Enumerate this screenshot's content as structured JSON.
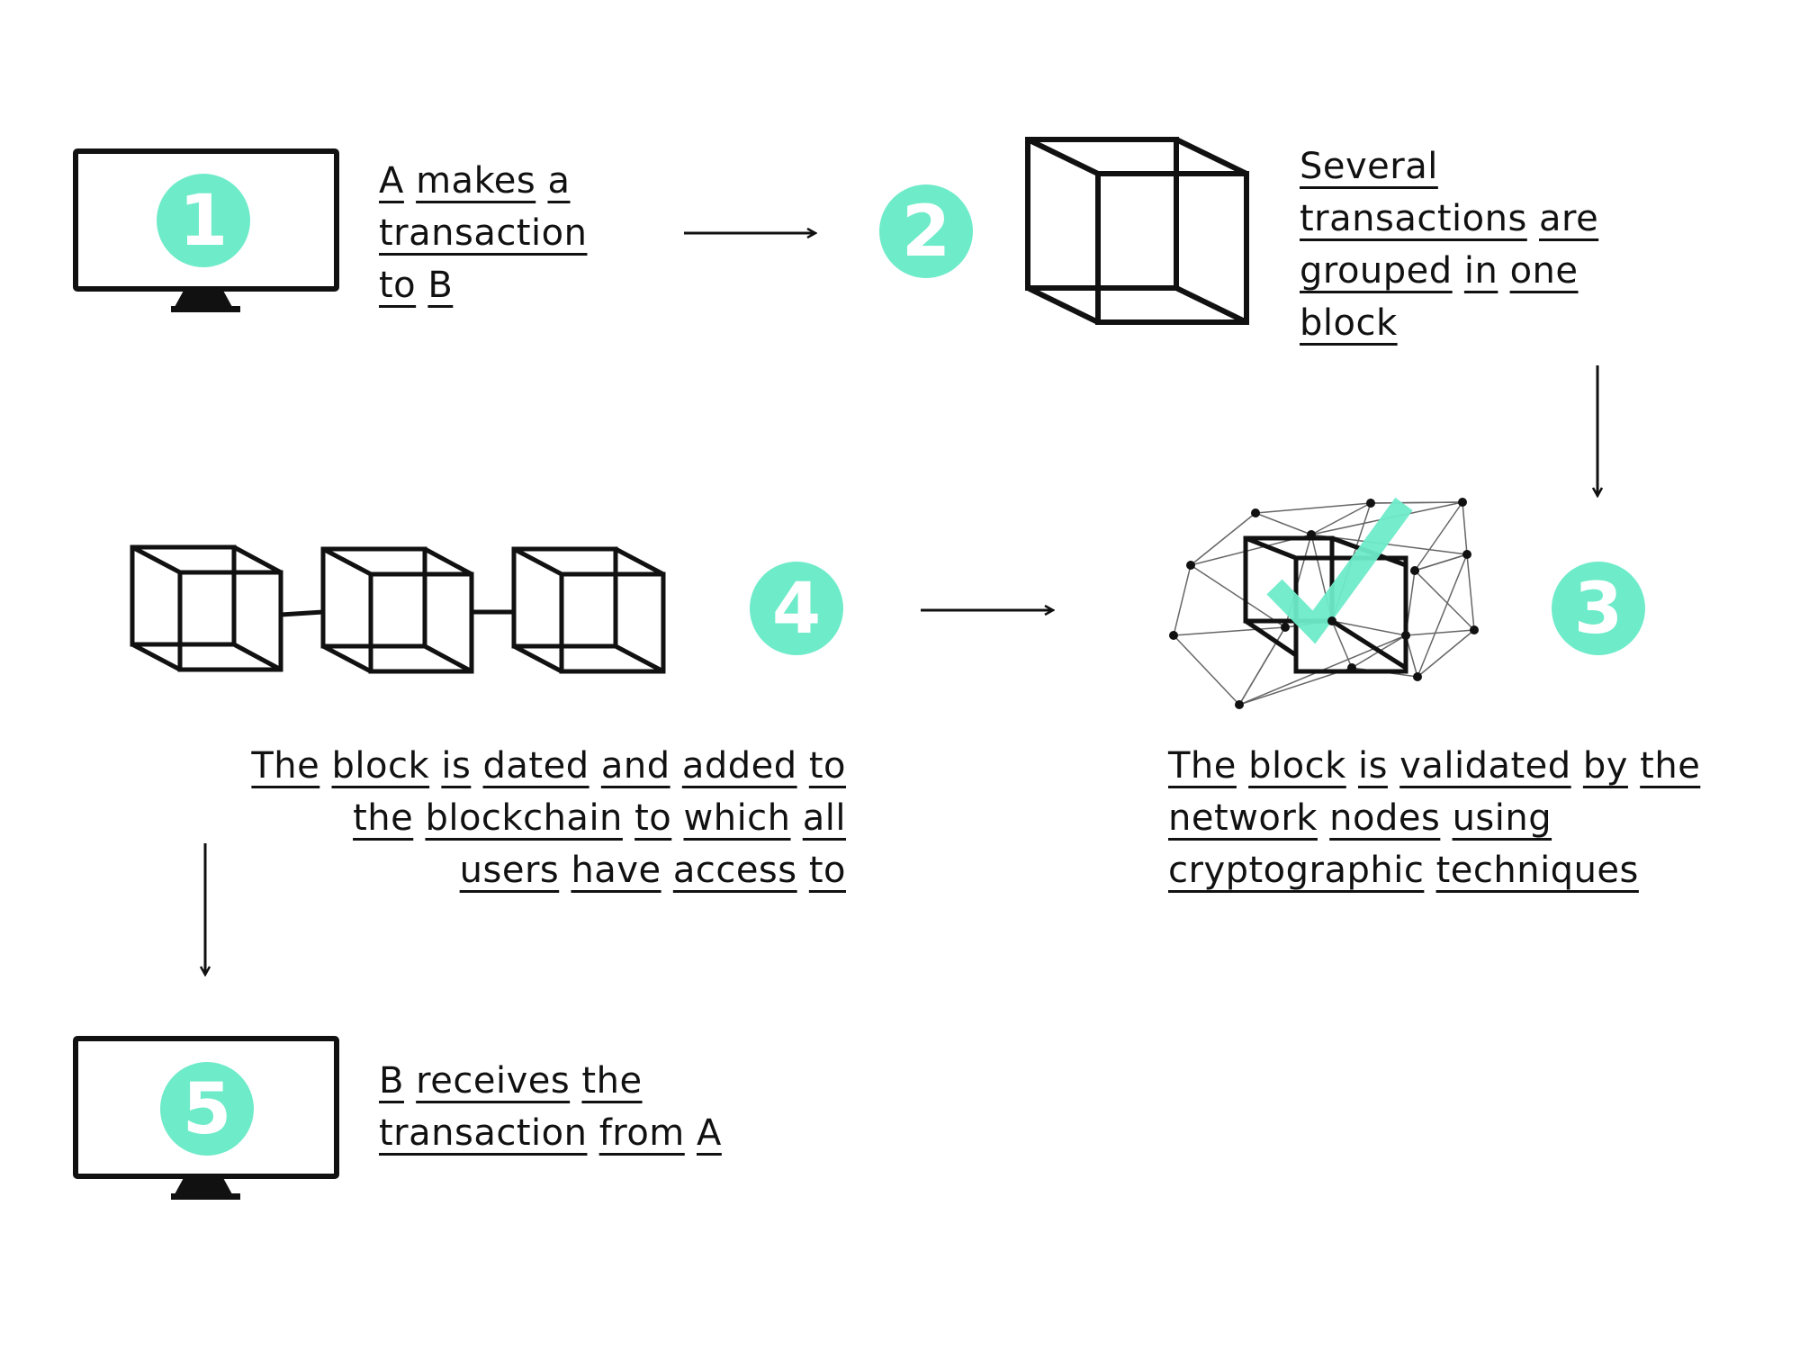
{
  "colors": {
    "accent": "#6EEBC9",
    "ink": "#111111",
    "background": "#FFFFFF"
  },
  "steps": [
    {
      "number": "1",
      "icon": "computer-monitor-icon",
      "lines": [
        [
          "A",
          "makes",
          "a"
        ],
        [
          "transaction"
        ],
        [
          "to",
          "B"
        ]
      ]
    },
    {
      "number": "2",
      "icon": "cube-icon",
      "lines": [
        [
          "Several"
        ],
        [
          "transactions",
          "are"
        ],
        [
          "grouped",
          "in",
          "one"
        ],
        [
          "block"
        ]
      ]
    },
    {
      "number": "3",
      "icon": "validated-block-network-icon",
      "lines": [
        [
          "The",
          "block",
          "is",
          "validated",
          "by",
          "the"
        ],
        [
          "network",
          "nodes",
          "using"
        ],
        [
          "cryptographic",
          "techniques"
        ]
      ]
    },
    {
      "number": "4",
      "icon": "blockchain-icon",
      "lines": [
        [
          "The",
          "block",
          "is",
          "dated",
          "and",
          "added",
          "to"
        ],
        [
          "the",
          "blockchain",
          "to",
          "which",
          "all"
        ],
        [
          "users",
          "have",
          "access",
          "to"
        ]
      ]
    },
    {
      "number": "5",
      "icon": "computer-monitor-icon",
      "lines": [
        [
          "B",
          "receives",
          "the"
        ],
        [
          "transaction",
          "from",
          "A"
        ]
      ]
    }
  ]
}
